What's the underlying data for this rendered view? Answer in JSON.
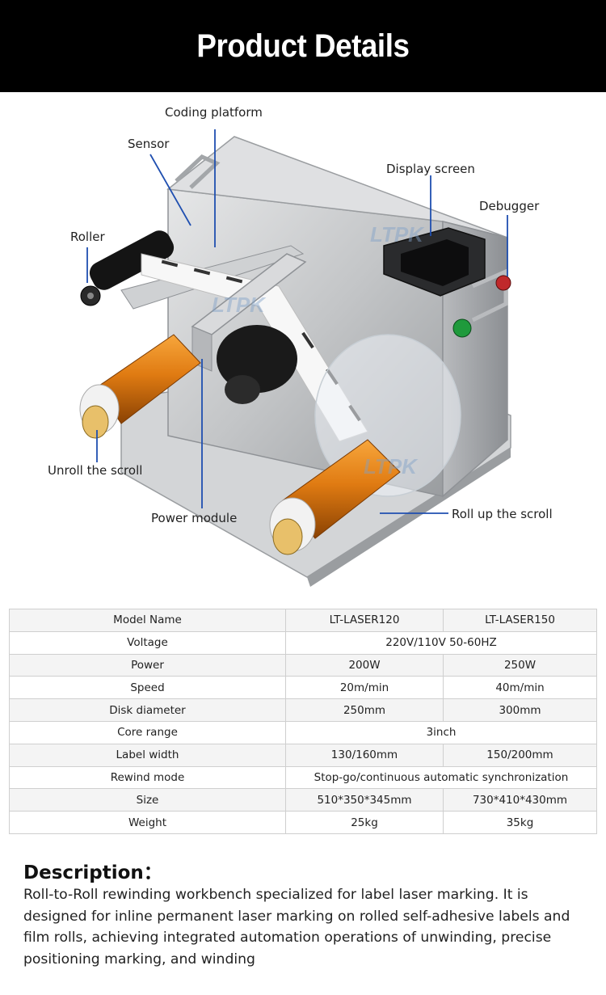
{
  "header": {
    "title": "Product Details"
  },
  "figure": {
    "watermark": "LTPK",
    "callouts": {
      "coding_platform": "Coding platform",
      "sensor": "Sensor",
      "display_screen": "Display screen",
      "debugger": "Debugger",
      "roller": "Roller",
      "unroll": "Unroll the scroll",
      "power_module": "Power module",
      "roll_up": "Roll up the scroll"
    },
    "colors": {
      "steel": "#c9cacb",
      "copper": "#e07b12",
      "black": "#111111",
      "green_button": "#1f9a3c",
      "red_button": "#c0292b"
    }
  },
  "specs": {
    "rows": [
      {
        "label": "Model Name",
        "v1": "LT-LASER120",
        "v2": "LT-LASER150"
      },
      {
        "label": "Voltage",
        "span": "220V/110V 50-60HZ"
      },
      {
        "label": "Power",
        "v1": "200W",
        "v2": "250W"
      },
      {
        "label": "Speed",
        "v1": "20m/min",
        "v2": "40m/min"
      },
      {
        "label": "Disk diameter",
        "v1": "250mm",
        "v2": "300mm"
      },
      {
        "label": "Core range",
        "span": "3inch"
      },
      {
        "label": "Label width",
        "v1": "130/160mm",
        "v2": "150/200mm"
      },
      {
        "label": "Rewind mode",
        "span": "Stop-go/continuous automatic synchronization"
      },
      {
        "label": "Size",
        "v1": "510*350*345mm",
        "v2": "730*410*430mm"
      },
      {
        "label": "Weight",
        "v1": "25kg",
        "v2": "35kg"
      }
    ]
  },
  "description": {
    "heading": "Description：",
    "text": "Roll-to-Roll rewinding workbench specialized for label laser marking. It is designed for inline permanent laser marking on rolled self-adhesive labels and film rolls, achieving integrated automation operations of unwinding, precise positioning marking, and winding"
  }
}
